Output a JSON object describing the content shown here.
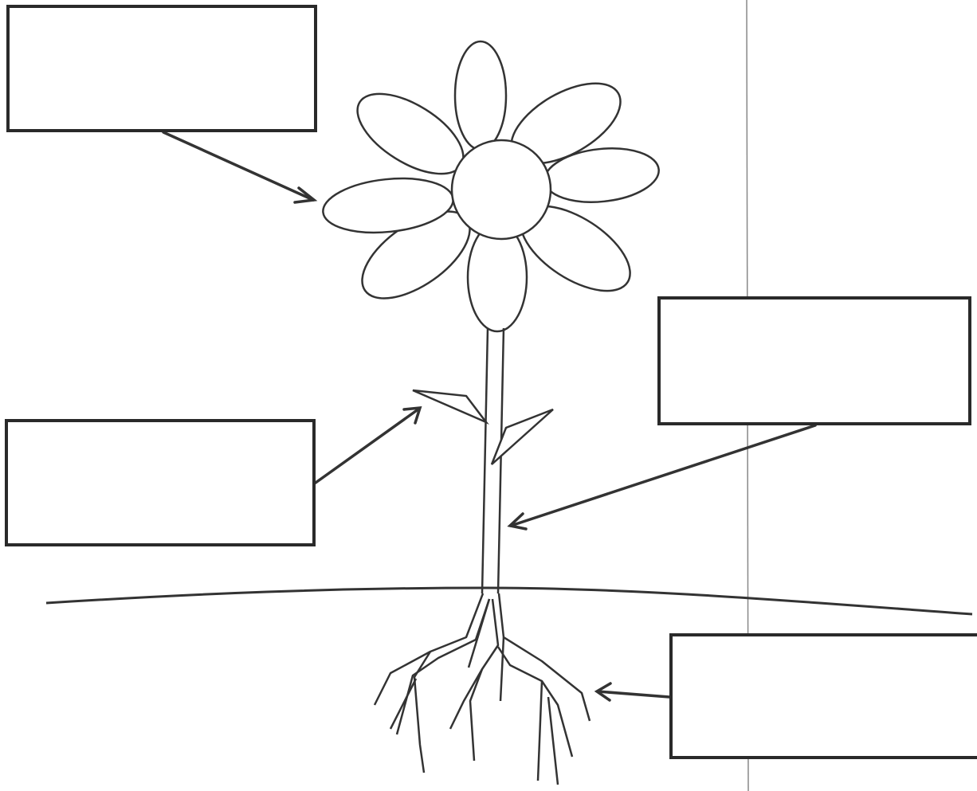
{
  "diagram": {
    "subject": "flower",
    "labels": [
      {
        "id": "flower",
        "text": ""
      },
      {
        "id": "leaf",
        "text": ""
      },
      {
        "id": "stem",
        "text": ""
      },
      {
        "id": "roots",
        "text": ""
      }
    ]
  }
}
